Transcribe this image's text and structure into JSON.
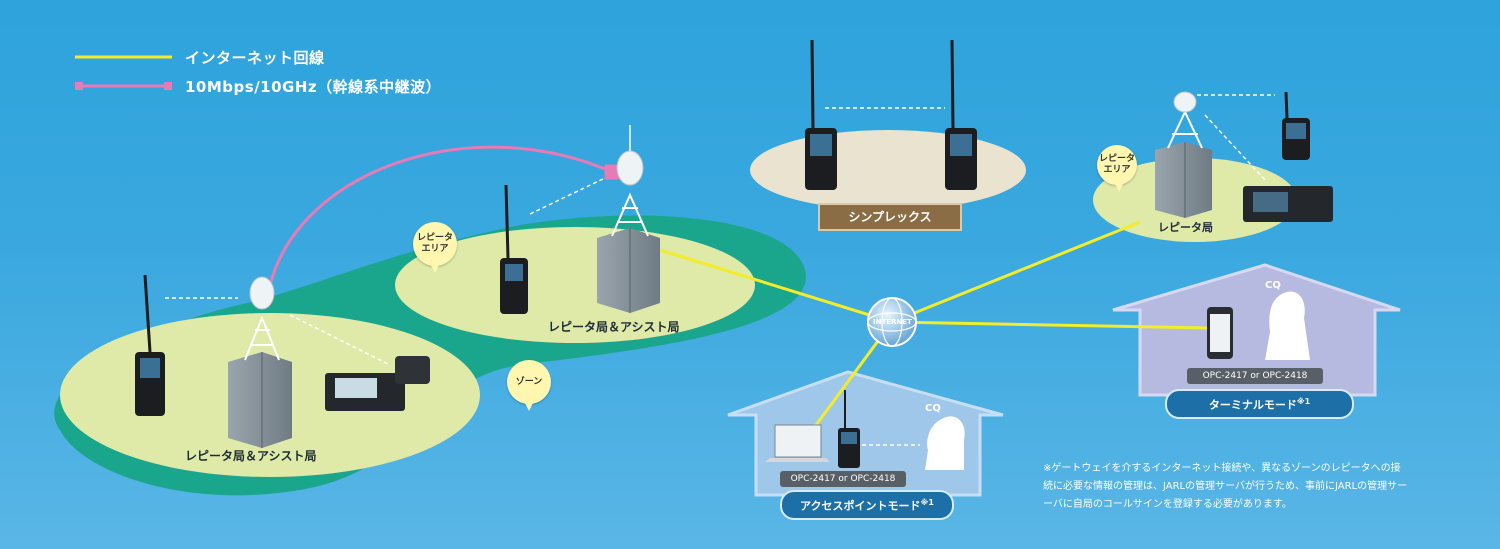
{
  "legend": {
    "internet_label": "インターネット回線",
    "microwave_label": "10Mbps/10GHz（幹線系中継波）",
    "internet_color": "#f2ec2a",
    "microwave_color": "#e77bb6"
  },
  "left_station_label": "レピータ局＆アシスト局",
  "center_station_label": "レピータ局＆アシスト局",
  "right_station_label": "レピータ局",
  "repeater_area_pin": [
    "レピータ",
    "エリア"
  ],
  "zone_pin": "ゾーン",
  "simplex_label": "シンプレックス",
  "internet_globe_label": "INTERNET",
  "opc_label": "OPC-2417 or OPC-2418",
  "access_point_mode": "アクセスポイントモード",
  "terminal_mode": "ターミナルモード",
  "footnote_mark": "※1",
  "cq_label": "CQ",
  "note_lines": [
    "※ゲートウェイを介するインターネット接続や、異なるゾーンのレピータへの接",
    "続に必要な情報の管理は、JARLの管理サーバが行うため、事前にJARLの管理サー",
    "ーバに自局のコールサインを登録する必要があります。"
  ],
  "colors": {
    "zone": "#1aa68c",
    "area": "#dfe9a8",
    "simplex": "#e9e3cf",
    "house": "#9fc7ea",
    "house_right": "#b6b9e0"
  }
}
